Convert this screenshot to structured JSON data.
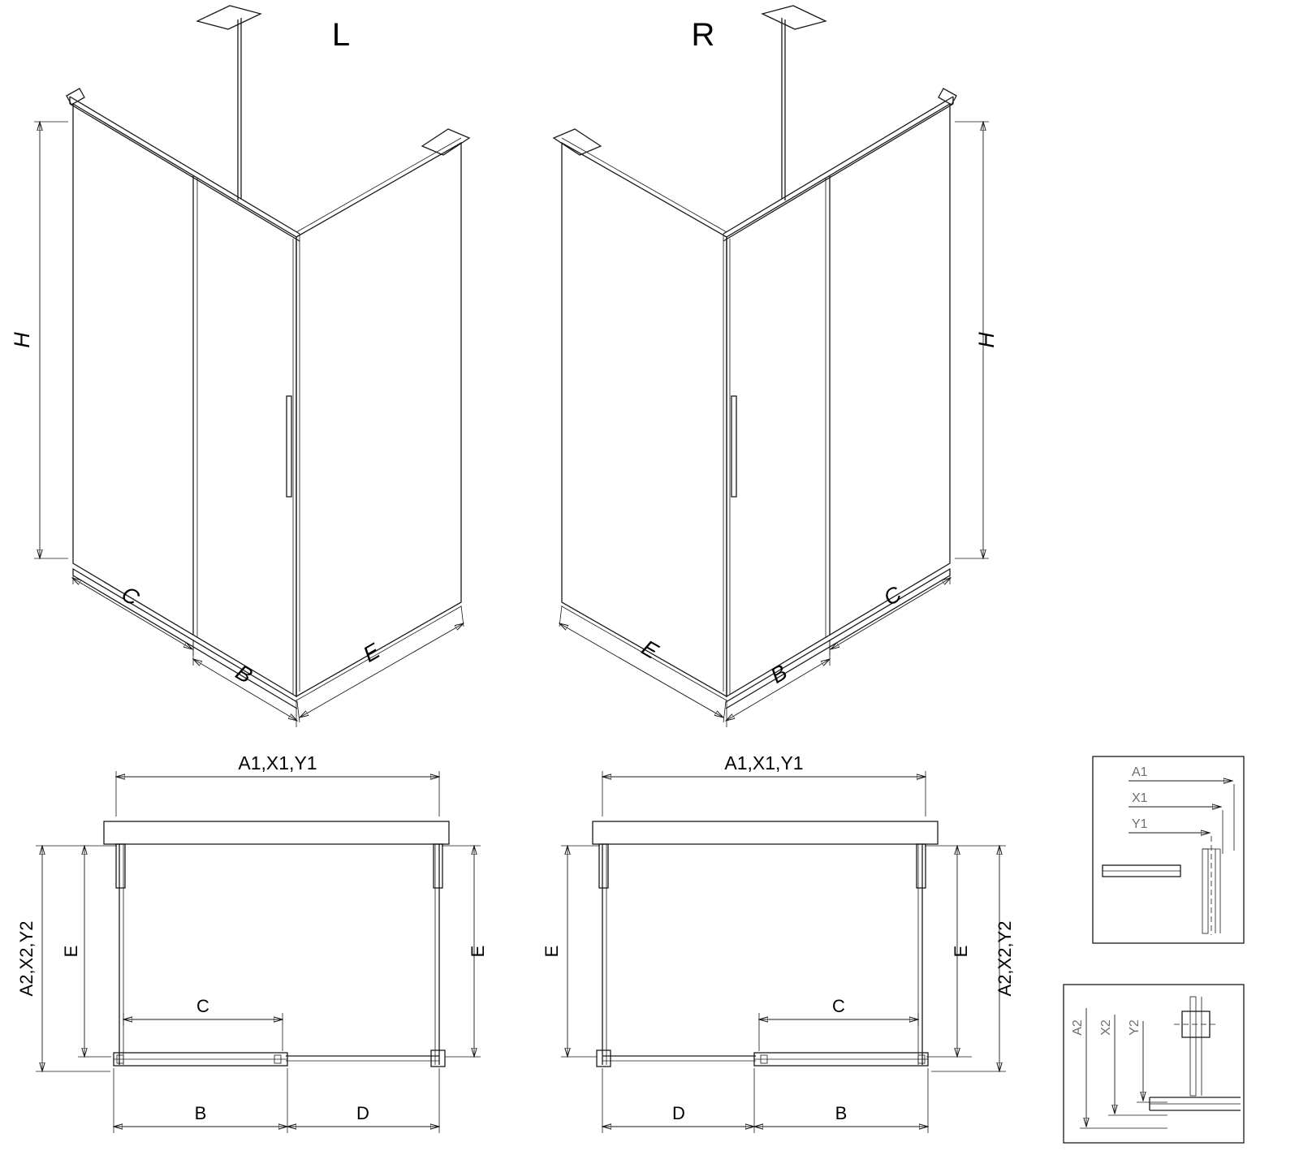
{
  "iso_left": {
    "title": "L",
    "h": "H",
    "c": "C",
    "b": "B",
    "e": "E"
  },
  "iso_right": {
    "title": "R",
    "h": "H",
    "c": "C",
    "b": "B",
    "e": "E"
  },
  "plan_left": {
    "top": "A1,X1,Y1",
    "side": "A2,X2,Y2",
    "e_left": "E",
    "e_right": "E",
    "c": "C",
    "b": "B",
    "d": "D"
  },
  "plan_right": {
    "top": "A1,X1,Y1",
    "side": "A2,X2,Y2",
    "e_left": "E",
    "e_right": "E",
    "c": "C",
    "b": "B",
    "d": "D"
  },
  "detail_top": {
    "a1": "A1",
    "x1": "X1",
    "y1": "Y1"
  },
  "detail_bottom": {
    "a2": "A2",
    "x2": "X2",
    "y2": "Y2"
  }
}
